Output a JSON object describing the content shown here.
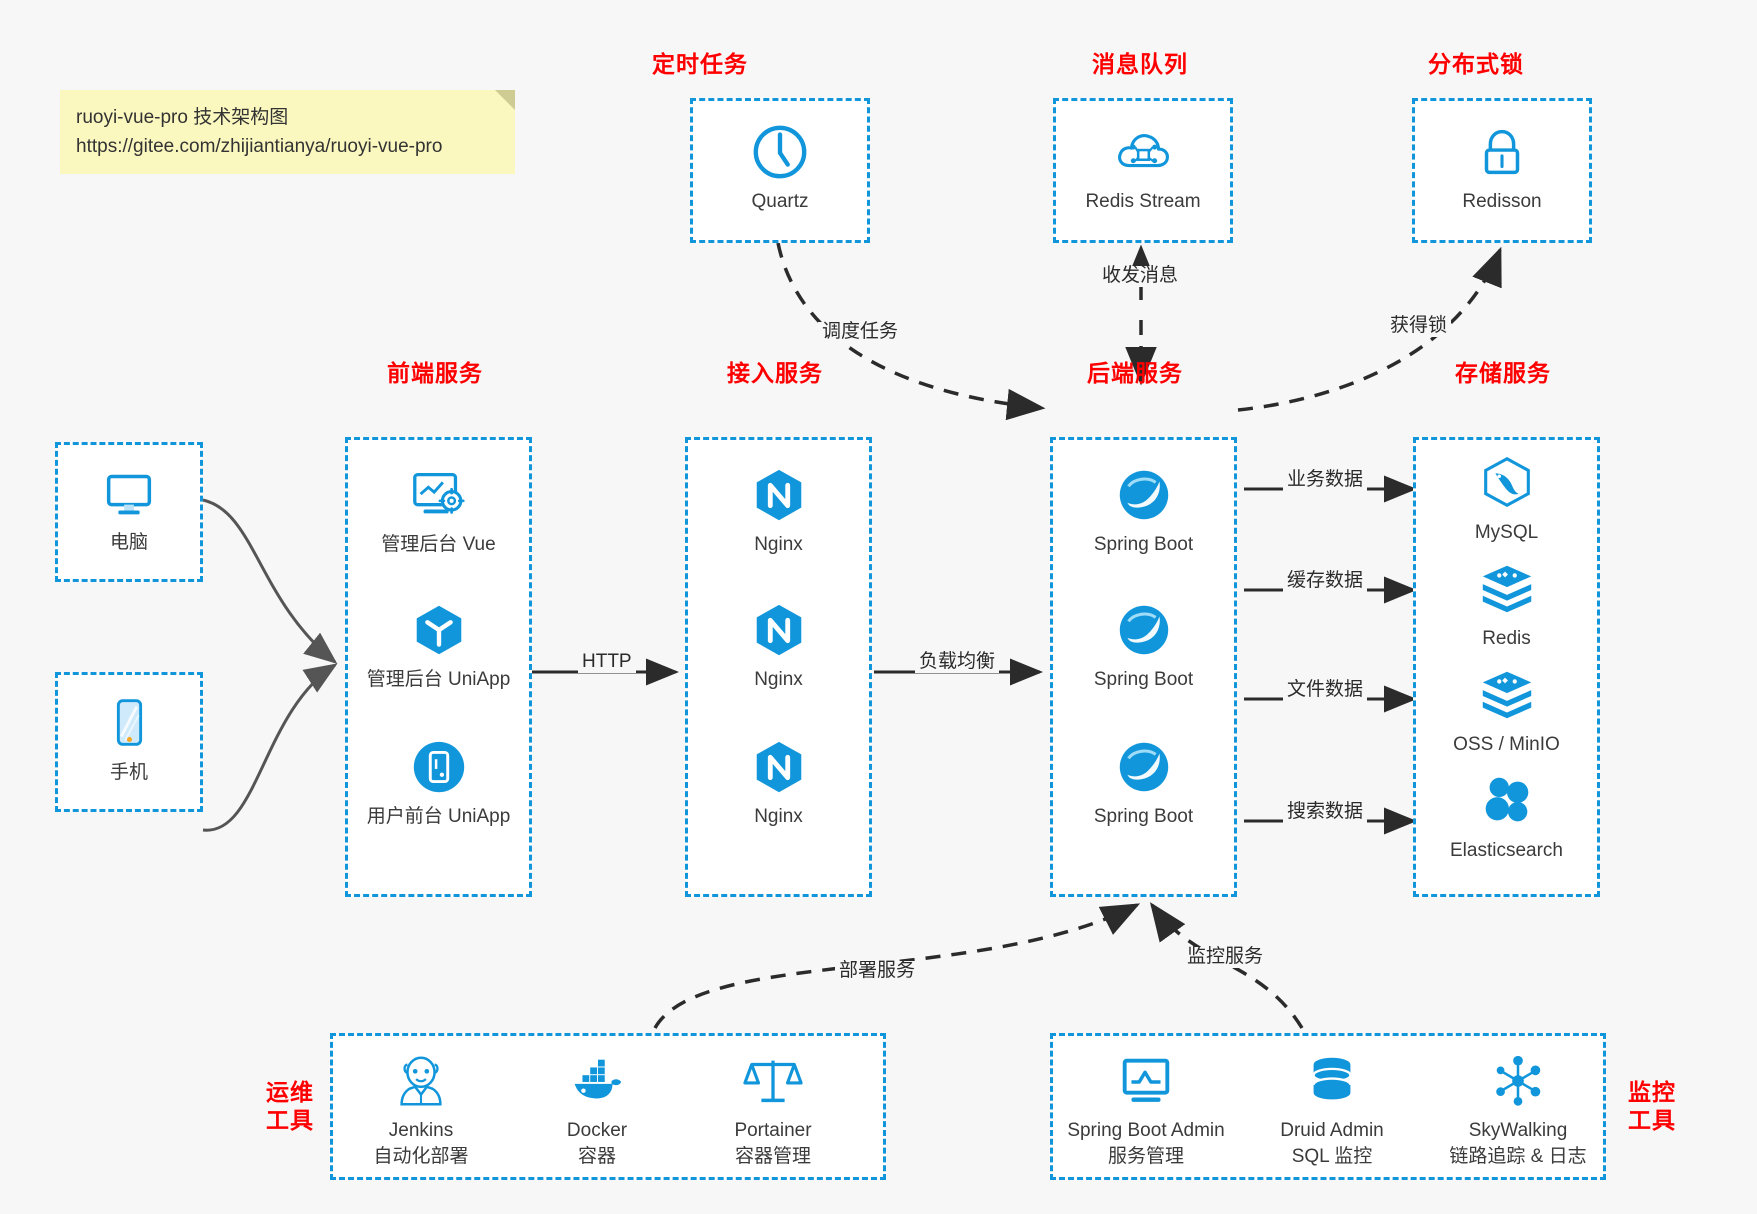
{
  "note": {
    "line1": "ruoyi-vue-pro 技术架构图",
    "line2": "https://gitee.com/zhijiantianya/ruoyi-vue-pro"
  },
  "colors": {
    "box_border": "#1296db",
    "group_title": "#ff0000",
    "icon_blue": "#1296db",
    "canvas": "#f7f7f7",
    "note_bg": "#fbf8bf",
    "edge": "#2b2b2b"
  },
  "groups": {
    "scheduler": {
      "title": "定时任务",
      "nodes": [
        {
          "label": "Quartz",
          "icon": "clock-icon"
        }
      ]
    },
    "mq": {
      "title": "消息队列",
      "nodes": [
        {
          "label": "Redis Stream",
          "icon": "cloud-stream-icon"
        }
      ]
    },
    "lock": {
      "title": "分布式锁",
      "nodes": [
        {
          "label": "Redisson",
          "icon": "lock-icon"
        }
      ]
    },
    "clients": {
      "nodes": [
        {
          "label": "电脑",
          "icon": "desktop-icon"
        },
        {
          "label": "手机",
          "icon": "mobile-icon"
        }
      ]
    },
    "frontend": {
      "title": "前端服务",
      "nodes": [
        {
          "label": "管理后台 Vue",
          "icon": "dashboard-vue-icon"
        },
        {
          "label": "管理后台 UniApp",
          "icon": "uniapp-cube-icon"
        },
        {
          "label": "用户前台 UniApp",
          "icon": "uniapp-round-icon"
        }
      ]
    },
    "gateway": {
      "title": "接入服务",
      "nodes": [
        {
          "label": "Nginx",
          "icon": "nginx-icon"
        },
        {
          "label": "Nginx",
          "icon": "nginx-icon"
        },
        {
          "label": "Nginx",
          "icon": "nginx-icon"
        }
      ]
    },
    "backend": {
      "title": "后端服务",
      "nodes": [
        {
          "label": "Spring Boot",
          "icon": "spring-boot-icon"
        },
        {
          "label": "Spring Boot",
          "icon": "spring-boot-icon"
        },
        {
          "label": "Spring Boot",
          "icon": "spring-boot-icon"
        }
      ]
    },
    "storage": {
      "title": "存储服务",
      "nodes": [
        {
          "label": "MySQL",
          "icon": "mysql-icon"
        },
        {
          "label": "Redis",
          "icon": "redis-stack-icon"
        },
        {
          "label": "OSS / MinIO",
          "icon": "oss-stack-icon"
        },
        {
          "label": "Elasticsearch",
          "icon": "elasticsearch-icon"
        }
      ]
    },
    "devops": {
      "title": "运维\n工具",
      "title_line1": "运维",
      "title_line2": "工具",
      "nodes": [
        {
          "label": "Jenkins",
          "sublabel": "自动化部署",
          "icon": "jenkins-icon"
        },
        {
          "label": "Docker",
          "sublabel": "容器",
          "icon": "docker-icon"
        },
        {
          "label": "Portainer",
          "sublabel": "容器管理",
          "icon": "scales-icon"
        }
      ]
    },
    "monitoring": {
      "title_line1": "监控",
      "title_line2": "工具",
      "nodes": [
        {
          "label": "Spring Boot Admin",
          "sublabel": "服务管理",
          "icon": "monitor-chart-icon"
        },
        {
          "label": "Druid Admin",
          "sublabel": "SQL 监控",
          "icon": "database-icon"
        },
        {
          "label": "SkyWalking",
          "sublabel": "链路追踪 & 日志",
          "icon": "skywalking-icon"
        }
      ]
    }
  },
  "edges": [
    {
      "id": "http",
      "label": "HTTP",
      "from": "frontend",
      "to": "gateway",
      "style": "solid"
    },
    {
      "id": "lb",
      "label": "负载均衡",
      "from": "gateway",
      "to": "backend",
      "style": "solid"
    },
    {
      "id": "schedule",
      "label": "调度任务",
      "from": "scheduler",
      "to": "backend",
      "style": "dashed"
    },
    {
      "id": "mq",
      "label": "收发消息",
      "from": "mq",
      "to": "backend",
      "style": "dashed-bidirectional"
    },
    {
      "id": "getlock",
      "label": "获得锁",
      "from": "backend",
      "to": "lock",
      "style": "dashed"
    },
    {
      "id": "biz",
      "label": "业务数据",
      "from": "backend",
      "to": "storage",
      "style": "solid"
    },
    {
      "id": "cache",
      "label": "缓存数据",
      "from": "backend",
      "to": "storage",
      "style": "solid"
    },
    {
      "id": "file",
      "label": "文件数据",
      "from": "backend",
      "to": "storage",
      "style": "solid"
    },
    {
      "id": "search",
      "label": "搜索数据",
      "from": "backend",
      "to": "storage",
      "style": "solid"
    },
    {
      "id": "deploy",
      "label": "部署服务",
      "from": "devops",
      "to": "backend",
      "style": "dashed"
    },
    {
      "id": "monitor",
      "label": "监控服务",
      "from": "monitoring",
      "to": "backend",
      "style": "dashed"
    }
  ]
}
